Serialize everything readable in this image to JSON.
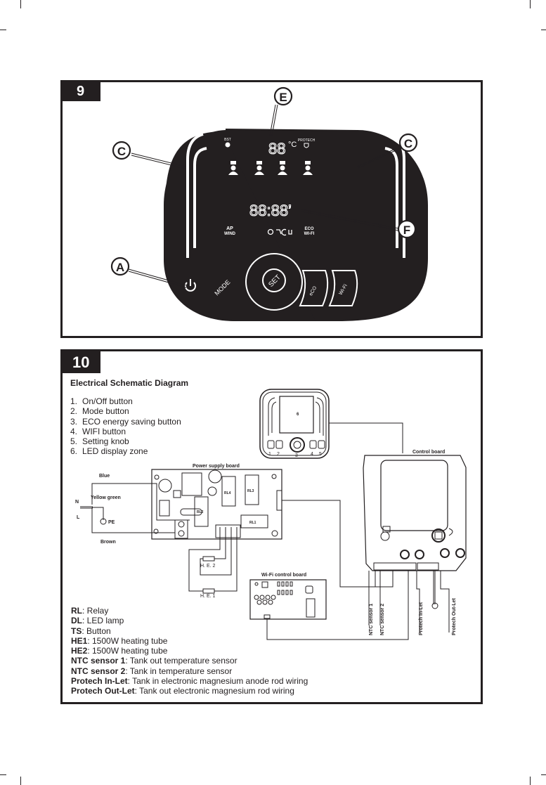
{
  "figure9": {
    "number": "9",
    "callouts": {
      "E": "E",
      "C_left": "C",
      "C_right": "C",
      "F": "F",
      "A": "A"
    },
    "display": {
      "temperature_digits": "88",
      "temperature_unit": "°C",
      "time_digits": "88:88’",
      "protech_label": "PROTECH",
      "indicator_top_left": "BST",
      "bottom_left_indicator": "AP WIND",
      "bottom_center_icons": "clock-moon-power",
      "bottom_right_indicator": "ECO WI-FI"
    },
    "buttons": {
      "mode_label": "MODE",
      "set_label": "SET",
      "eco_label": "eCO",
      "wifi_label": "Wi-Fi"
    },
    "colors": {
      "panel_bg": "#231f20",
      "ink": "#ffffff"
    }
  },
  "figure10": {
    "number": "10",
    "title": "Electrical Schematic Diagram",
    "button_list": [
      {
        "n": "1.",
        "label": "On/Off button"
      },
      {
        "n": "2.",
        "label": "Mode button"
      },
      {
        "n": "3.",
        "label": "ECO energy saving button"
      },
      {
        "n": "4.",
        "label": "WIFI button"
      },
      {
        "n": "5.",
        "label": "Setting knob"
      },
      {
        "n": "6.",
        "label": "LED display zone"
      }
    ],
    "mini_panel": {
      "display_label": "6",
      "button_numbers": [
        "1",
        "2",
        "3",
        "4",
        "5"
      ]
    },
    "labels": {
      "power_supply_board": "Power supply board",
      "control_board": "Control board",
      "wifi_board": "Wi-Fi control board",
      "blue": "Blue",
      "yellow_green": "Yellow green",
      "brown": "Brown",
      "n": "N",
      "l": "L",
      "pe": "PE",
      "he2": "H. E. 2",
      "he1": "H. E. 1",
      "ntc1": "NTC sensor 1",
      "ntc2": "NTC sensor 2",
      "protech_in": "Protech In-Let",
      "protech_out": "Protech Out-Let",
      "rl4": "RL4",
      "rl3": "RL3",
      "rl2": "RL2",
      "rl1": "RL1"
    },
    "legend": [
      {
        "key": "RL",
        "desc": ": Relay"
      },
      {
        "key": "DL",
        "desc": ": LED lamp"
      },
      {
        "key": "TS",
        "desc": ": Button"
      },
      {
        "key": "HE1",
        "desc": ": 1500W heating tube"
      },
      {
        "key": "HE2",
        "desc": ": 1500W heating tube"
      },
      {
        "key": "NTC sensor 1",
        "desc": ": Tank out temperature sensor"
      },
      {
        "key": "NTC sensor 2",
        "desc": ": Tank in temperature sensor"
      },
      {
        "key": "Protech In-Let",
        "desc": ": Tank in electronic magnesium anode rod wiring"
      },
      {
        "key": "Protech Out-Let",
        "desc": ": Tank out electronic magnesium rod wiring"
      }
    ]
  }
}
